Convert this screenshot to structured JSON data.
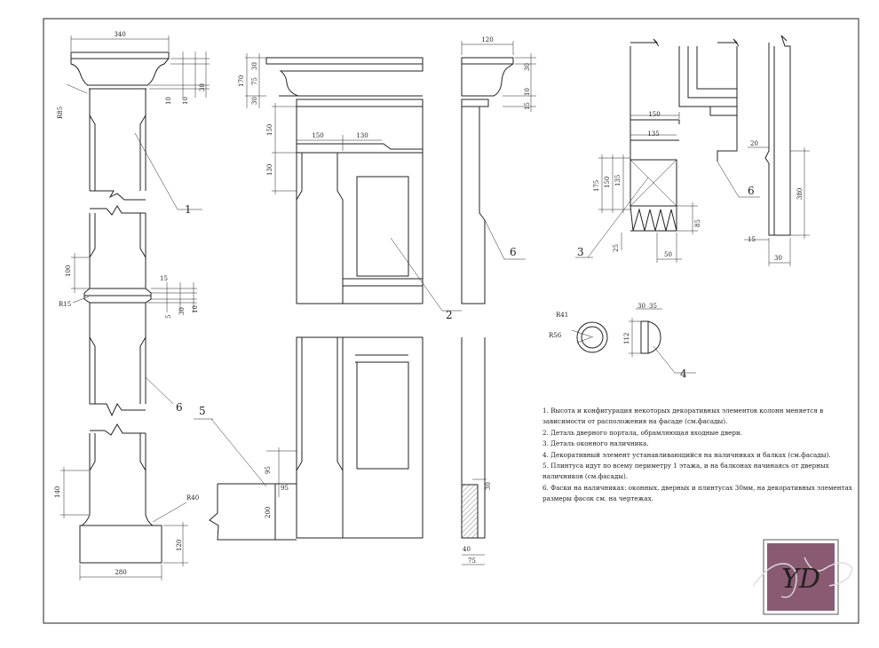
{
  "dimensions": {
    "col_top_width": "340",
    "col_r85": "R85",
    "col_30": "30",
    "col_10a": "10",
    "col_10b": "10",
    "col_100": "100",
    "col_15": "15",
    "col_r15": "R15",
    "col_5": "5",
    "col_30b": "30",
    "col_10c": "10",
    "col_140": "140",
    "col_r40": "R40",
    "col_120": "120",
    "col_280": "280",
    "portal_170": "170",
    "portal_30a": "30",
    "portal_75": "75",
    "portal_30b": "30",
    "portal_150v": "150",
    "portal_150h": "150",
    "portal_130h": "130",
    "portal_130v": "130",
    "profile_120": "120",
    "profile_30": "30",
    "profile_10": "10",
    "profile_15": "15",
    "win_150": "150",
    "win_135": "135",
    "win_175": "175",
    "win_150v": "150",
    "win_135v": "135",
    "win_25": "25",
    "win_50": "50",
    "win_85": "85",
    "trim_20": "20",
    "trim_380": "380",
    "trim_15": "15",
    "trim_30": "30",
    "rose_r41": "R41",
    "rose_r56": "R56",
    "rose_30": "30",
    "rose_35": "35",
    "rose_112": "112",
    "plinth_95a": "95",
    "plinth_95b": "95",
    "plinth_200": "200",
    "plinth_30": "30",
    "plinth_40": "40",
    "plinth_75": "75"
  },
  "callouts": {
    "c1": "1",
    "c2": "2",
    "c3": "3",
    "c4": "4",
    "c5": "5",
    "c6a": "6",
    "c6b": "6",
    "c6c": "6"
  },
  "notes": [
    "1. Высота и конфигурация некоторых декоративных элементов колонн меняется в зависимости от расположения на фасаде (см.фасады).",
    "2. Деталь дверного портала, обрамляющая входные двери.",
    "3. Деталь оконного наличника.",
    "4. Декоративный элемент устанавливающийся на наличниках и балках (см.фасады).",
    "5. Плинтуса идут по всему периметру 1 этажа, и на балконах начинаясь от дверных наличников (см.фасады).",
    "6. Фаски на наличниках: оконных, дверных и плинтусах 30мм, на декоративных элементах размеры фасок см. на чертежах."
  ],
  "colors": {
    "line": "#222222",
    "logo_fill": "#8a5a73",
    "logo_border": "#555555"
  },
  "logo": {
    "monogram": "YD"
  }
}
